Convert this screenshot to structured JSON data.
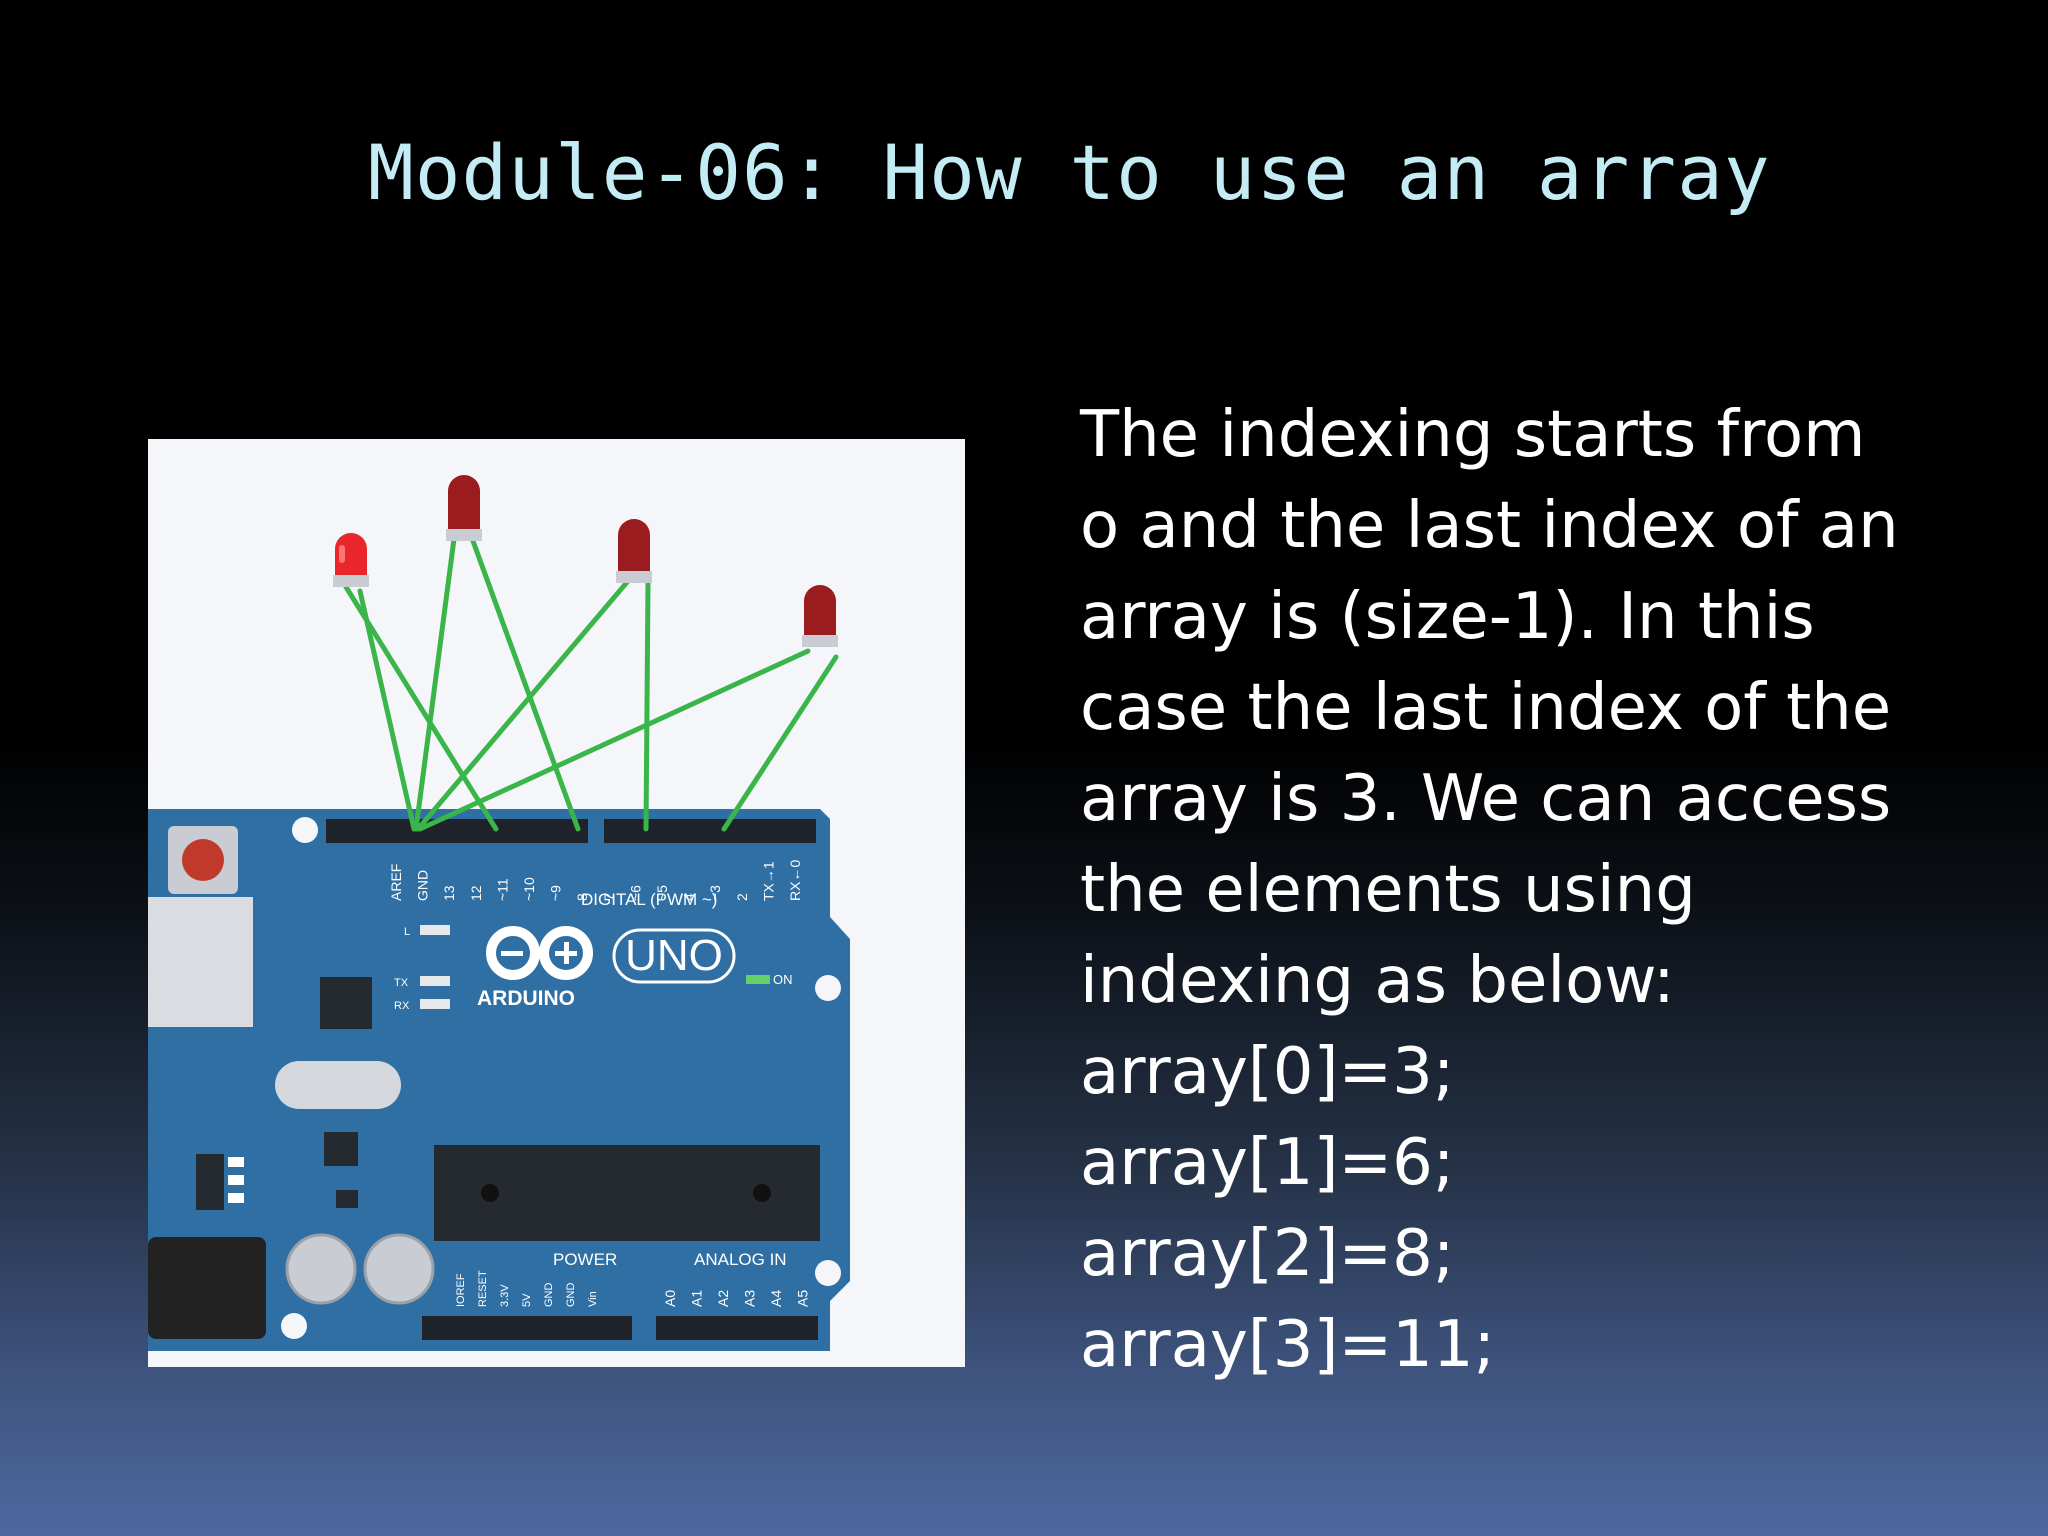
{
  "slide": {
    "title": "Module-06: How to use an array",
    "lines": [
      "The indexing starts from",
      "o and the last index of an",
      "array is (size-1). In this",
      "case the last index of the",
      "array is 3. We can access",
      "the elements using",
      "indexing as below:",
      "array[0]=3;",
      "array[1]=6;",
      "array[2]=8;",
      "array[3]=11;"
    ]
  },
  "diagram": {
    "board_brand": "ARDUINO",
    "board_model": "UNO",
    "digital_header_label": "DIGITAL (PWM ~)",
    "power_label": "POWER",
    "analog_label": "ANALOG IN",
    "on_label": "ON",
    "led_labels": {
      "l": "L",
      "tx": "TX",
      "rx": "RX"
    },
    "digital_pins": [
      "AREF",
      "GND",
      "13",
      "12",
      "~11",
      "~10",
      "~9",
      "8",
      "7",
      "~6",
      "~5",
      "4",
      "~3",
      "2",
      "TX→1",
      "RX←0"
    ],
    "power_pins": [
      "IOREF",
      "RESET",
      "3.3V",
      "5V",
      "GND",
      "GND",
      "Vin"
    ],
    "analog_pins": [
      "A0",
      "A1",
      "A2",
      "A3",
      "A4",
      "A5"
    ]
  },
  "colors": {
    "title": "#c4ecf4",
    "board": "#2f6fa3",
    "wire": "#3ab54a",
    "led_on": "#e8262c",
    "led_off": "#9b1c1f"
  }
}
